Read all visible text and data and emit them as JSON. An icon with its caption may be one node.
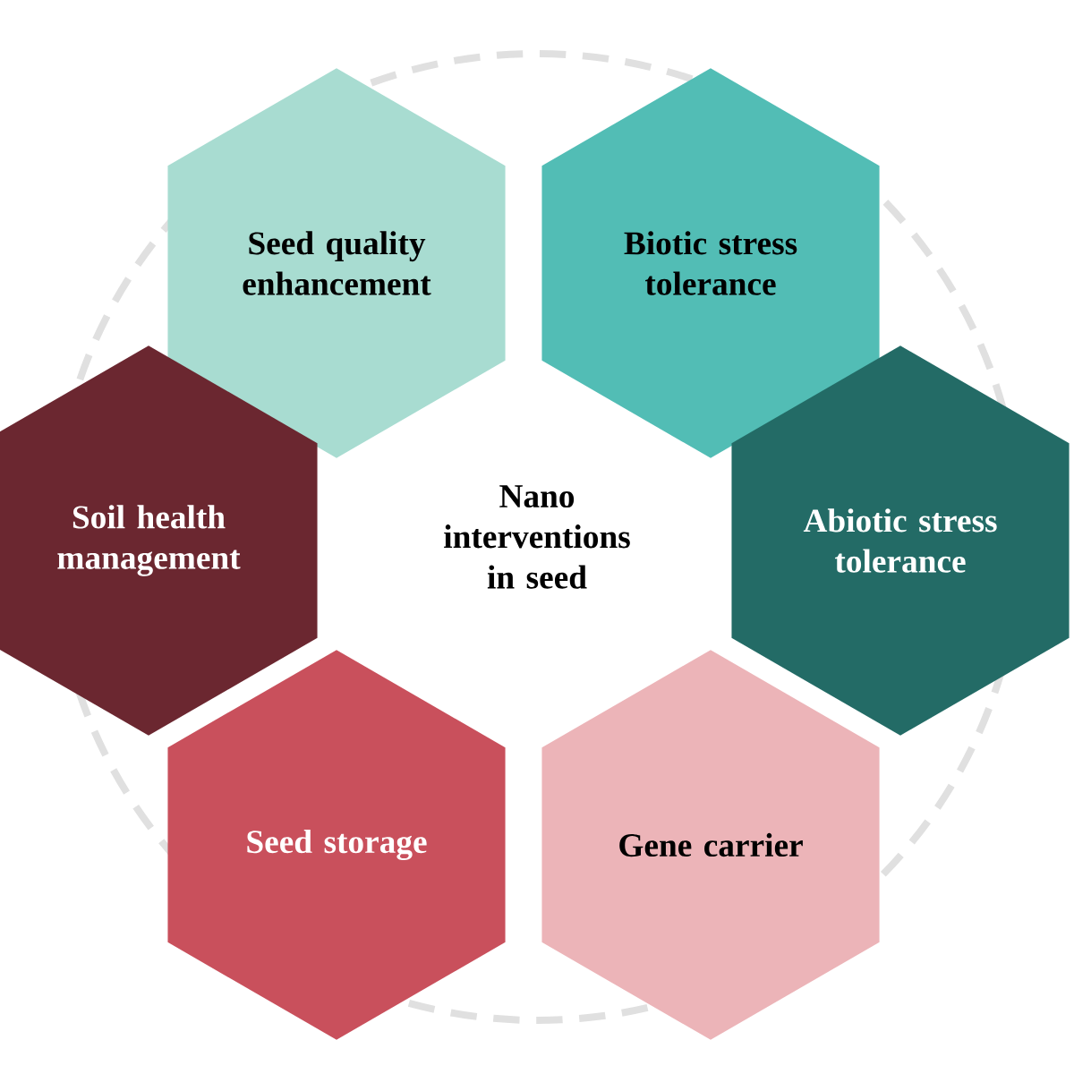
{
  "diagram": {
    "nodes": [
      {
        "text": [
          "Seed quality enhancement"
        ]
      },
      {
        "text": [
          "Biotic stress tolerance"
        ]
      },
      {
        "text": [
          "Soil health management"
        ]
      },
      {
        "text": [
          "Nano interventions in seed"
        ]
      },
      {
        "text": [
          "Abiotic stress tolerance"
        ]
      },
      {
        "text": [
          "Seed storage"
        ]
      },
      {
        "text": [
          "Gene carrier"
        ]
      }
    ]
  }
}
